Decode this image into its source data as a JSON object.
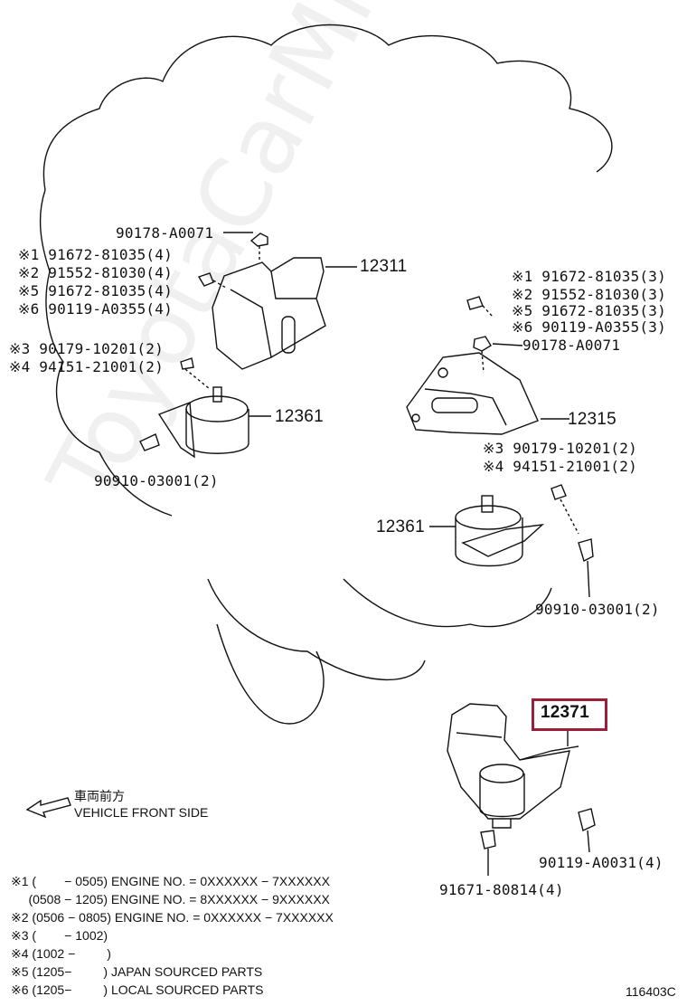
{
  "watermark": "ToyotaCarMine.ru",
  "diagram_code": "116403C",
  "upper_left": {
    "nut": "90178-A0071",
    "bolts": [
      "※1 91672-81035(4)",
      "※2 91552-81030(4)",
      "※5 91672-81035(4)",
      "※6 90119-A0355(4)"
    ],
    "bracket": "12311",
    "nuts2": [
      "※3 90179-10201(2)",
      "※4 94151-21001(2)"
    ],
    "insulator": "12361",
    "stud": "90910-03001(2)"
  },
  "upper_right": {
    "bolts": [
      "※1 91672-81035(3)",
      "※2 91552-81030(3)",
      "※5 91672-81035(3)",
      "※6 90119-A0355(3)"
    ],
    "nut": "90178-A0071",
    "bracket": "12315",
    "nuts2": [
      "※3 90179-10201(2)",
      "※4 94151-21001(2)"
    ],
    "insulator": "12361",
    "stud": "90910-03001(2)"
  },
  "rear": {
    "insulator": "12371",
    "bolt_a": "90119-A0031(4)",
    "bolt_b": "91671-80814(4)"
  },
  "direction": {
    "jp": "車両前方",
    "en": "VEHICLE FRONT SIDE"
  },
  "notes": [
    "※1 (        − 0505) ENGINE NO. = 0XXXXXX − 7XXXXXX",
    "     (0508 − 1205) ENGINE NO. = 8XXXXXX − 9XXXXXX",
    "※2 (0506 − 0805) ENGINE NO. = 0XXXXXX − 7XXXXXX",
    "※3 (        − 1002)",
    "※4 (1002 −         )",
    "※5 (1205−         ) JAPAN SOURCED PARTS",
    "※6 (1205−         ) LOCAL SOURCED PARTS"
  ],
  "highlight_color": "#9b1f3a"
}
